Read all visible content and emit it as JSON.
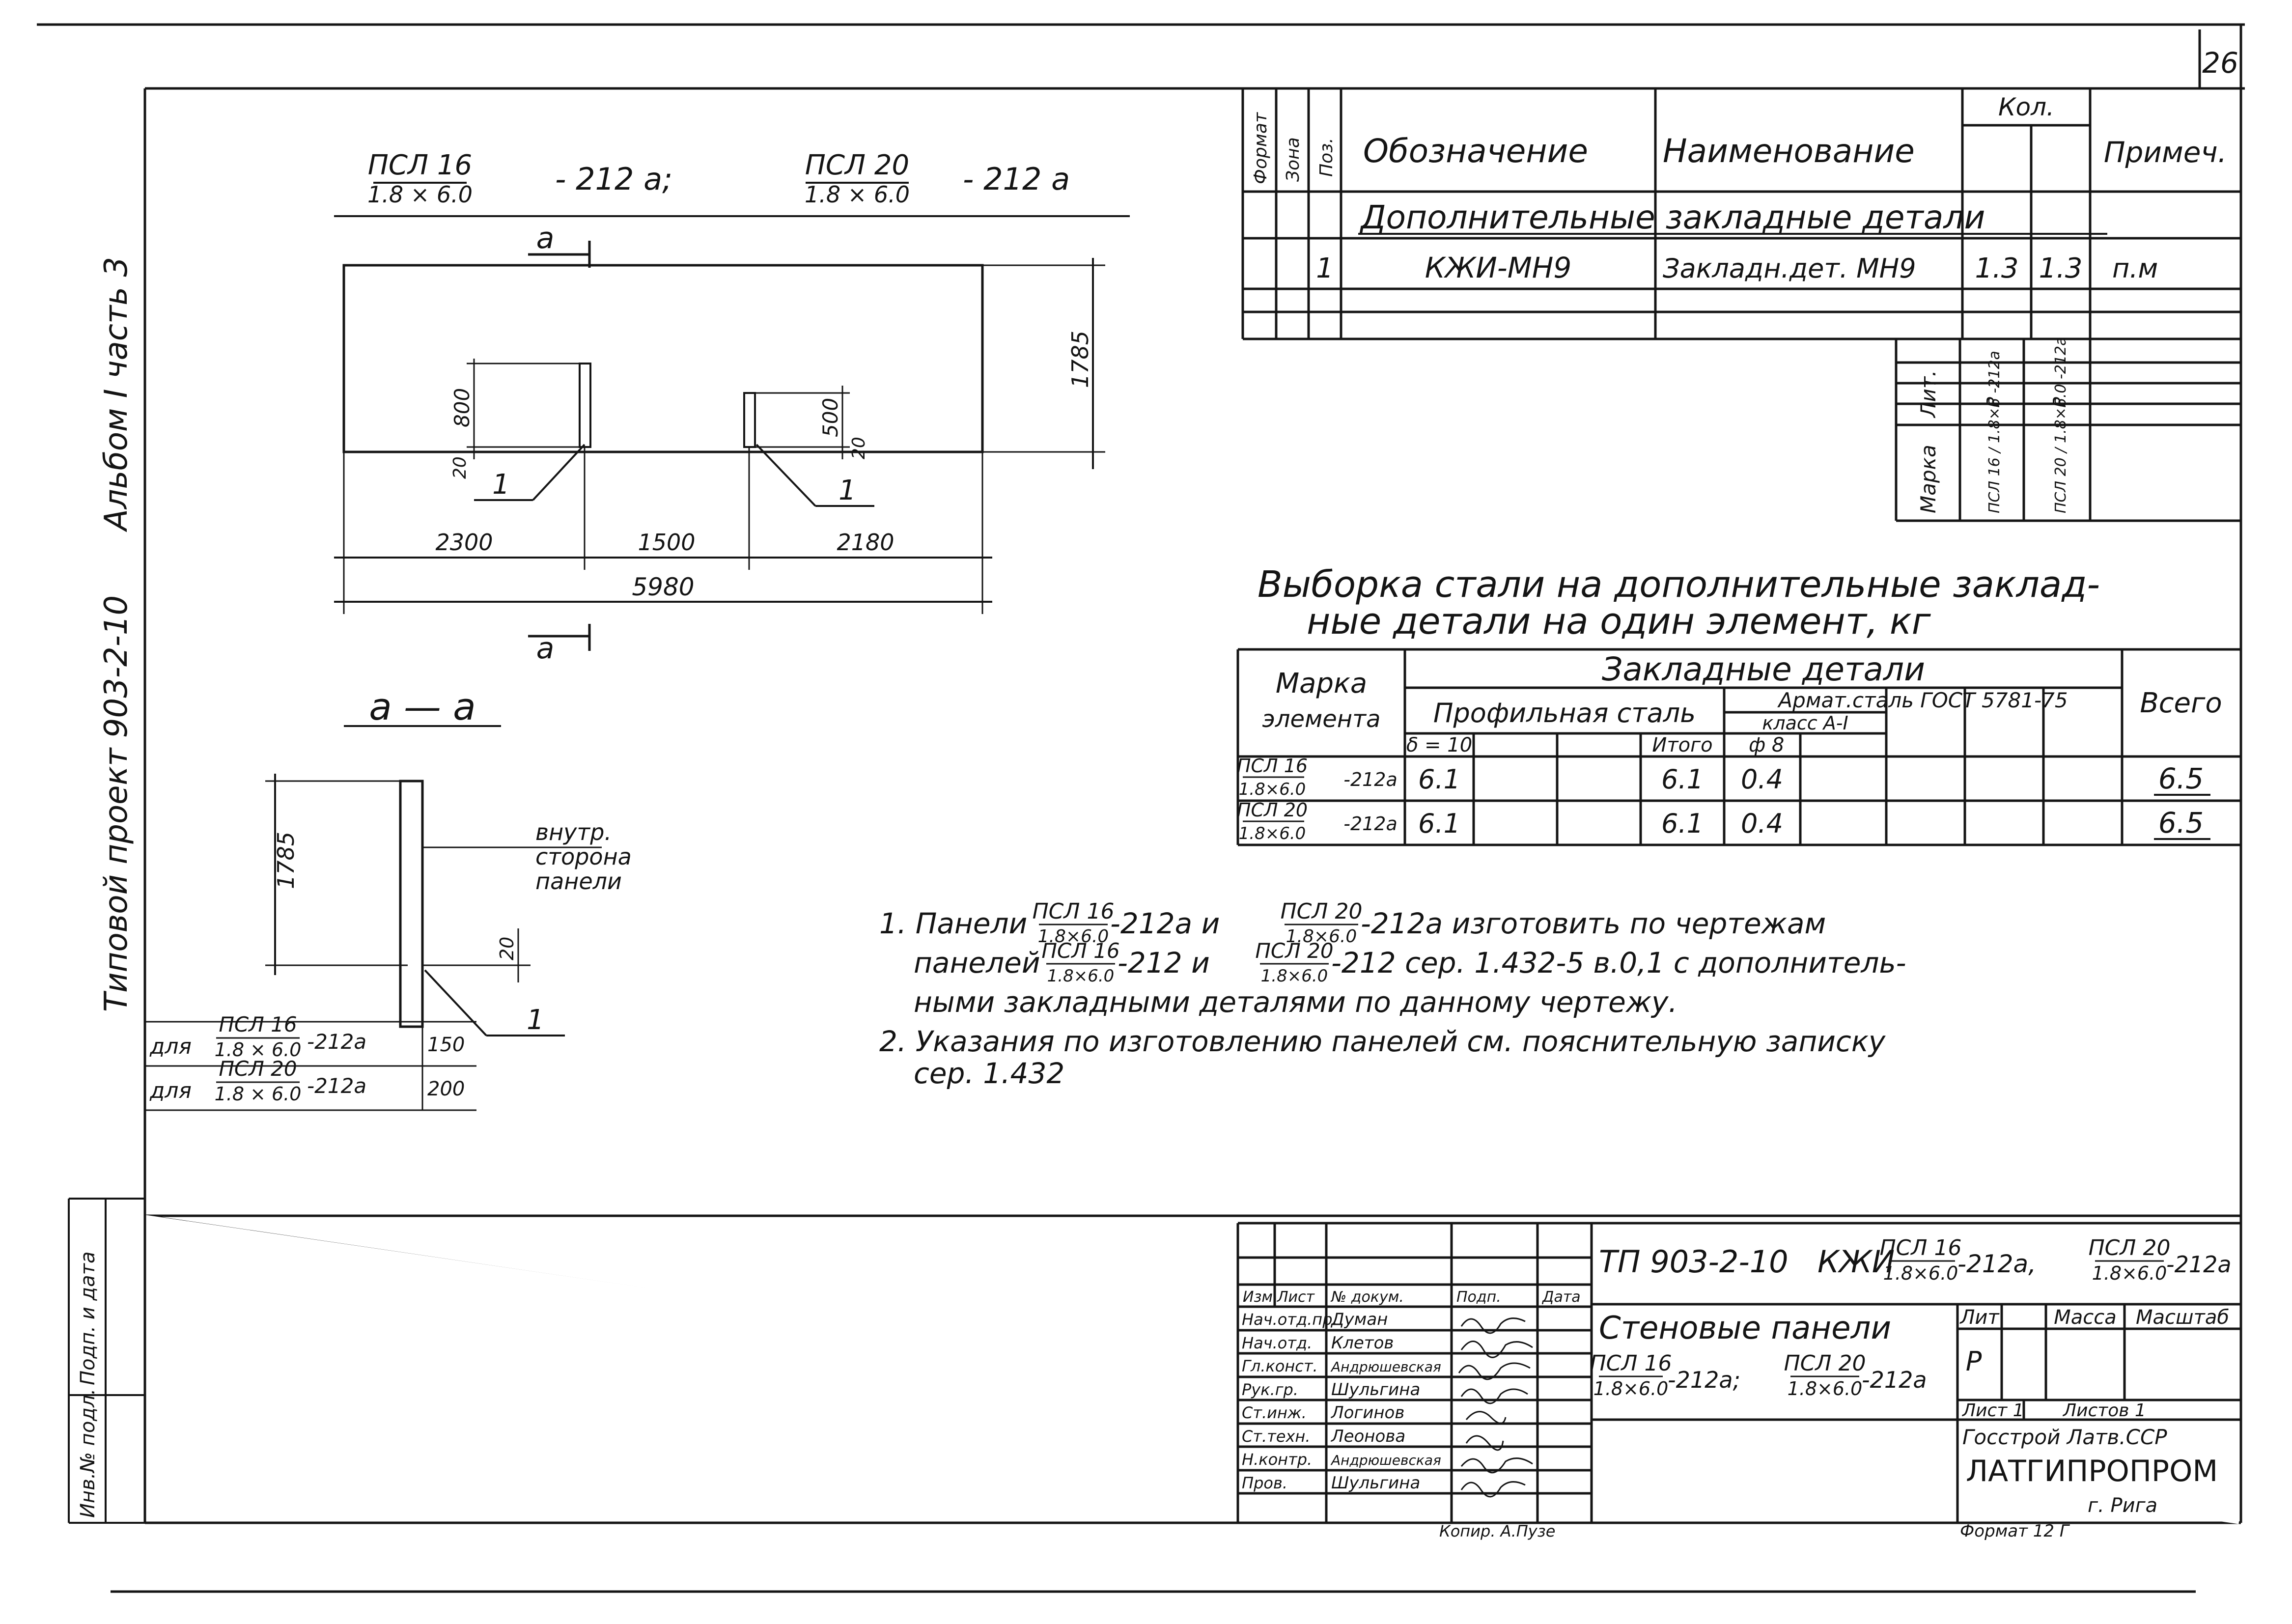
{
  "sheet": {
    "page_number": "26"
  },
  "side_labels": {
    "album": "Альбом I часть 3",
    "project": "Типовой проект 903-2-10",
    "stamp_col1": "Инв.№ подл.",
    "stamp_col2": "Подп. и дата"
  },
  "spec_table": {
    "headers": {
      "format": "Формат",
      "zone": "Зона",
      "pos": "Поз.",
      "designation": "Обозначение",
      "name": "Наименование",
      "qty": "Кол.",
      "note": "Примеч."
    },
    "section_title": "Дополнительные закладные детали",
    "rows": [
      {
        "pos": "1",
        "designation": "КЖИ-МН9",
        "name": "Закладн.дет. МН9",
        "qty1": "1.3",
        "qty2": "1.3",
        "note": "п.м"
      }
    ],
    "vertical_labels": {
      "marka": "Марка",
      "lit": "Лит.",
      "mark1": "ПСЛ 16 / 1.8×6 -212а",
      "mark1_lit": "Р",
      "mark2": "ПСЛ 20 / 1.8×6.0 -212а",
      "mark2_lit": "Р"
    }
  },
  "drawing": {
    "title_part1": {
      "num": "ПСЛ 16",
      "den": "1.8 × 6.0",
      "suffix": "- 212 а;"
    },
    "title_part2": {
      "num": "ПСЛ 20",
      "den": "1.8 × 6.0",
      "suffix": "- 212 а"
    },
    "section_marker": "а",
    "dims": {
      "height": "1785",
      "d800": "800",
      "d500": "500",
      "d20a": "20",
      "d20b": "20",
      "d2300": "2300",
      "d1500": "1500",
      "d2180": "2180",
      "d5980": "5980"
    },
    "callout": "1",
    "section_title": "а — а",
    "section_dims": {
      "height": "1785",
      "d20": "20"
    },
    "inner_side": [
      "внутр.",
      "сторона",
      "панели"
    ],
    "callout_section": "1",
    "for_rows": [
      {
        "prefix": "для",
        "num": "ПСЛ 16",
        "den": "1.8 × 6.0",
        "suffix": "-212а",
        "value": "150"
      },
      {
        "prefix": "для",
        "num": "ПСЛ 20",
        "den": "1.8 × 6.0",
        "suffix": "-212а",
        "value": "200"
      }
    ]
  },
  "steel_table": {
    "title_line1": "Выборка стали на дополнительные заклад-",
    "title_line2": "ные детали на один элемент, кг",
    "h_marka": [
      "Марка",
      "элемента"
    ],
    "h_embedded": "Закладные детали",
    "h_profile": "Профильная сталь",
    "h_rebar": "Армат.сталь ГОСТ 5781-75",
    "h_class": "класс А-I",
    "h_delta": "δ = 10",
    "h_itogo": "Итого",
    "h_phi": "ф 8",
    "h_total": "Всего",
    "rows": [
      {
        "num": "ПСЛ 16",
        "den": "1.8×6.0",
        "suffix": "-212а",
        "delta": "6.1",
        "itogo": "6.1",
        "phi": "0.4",
        "total": "6.5"
      },
      {
        "num": "ПСЛ 20",
        "den": "1.8×6.0",
        "suffix": "-212а",
        "delta": "6.1",
        "itogo": "6.1",
        "phi": "0.4",
        "total": "6.5"
      }
    ]
  },
  "notes": [
    {
      "lead": "1. Панели",
      "a_num": "ПСЛ 16",
      "a_den": "1.8×6.0",
      "a_suf": "-212а и",
      "b_num": "ПСЛ 20",
      "b_den": "1.8×6.0",
      "b_suf": "-212а изготовить по чертежам"
    },
    {
      "lead": "панелей",
      "a_num": "ПСЛ 16",
      "a_den": "1.8×6.0",
      "a_suf": "-212 и",
      "b_num": "ПСЛ 20",
      "b_den": "1.8×6.0",
      "b_suf": "-212  сер. 1.432-5 в.0,1 с дополнитель-"
    },
    {
      "text": "ными закладными деталями по данному чертежу."
    },
    {
      "text": "2. Указания по изготовлению панелей см. пояснительную записку"
    },
    {
      "text": "сер. 1.432"
    }
  ],
  "title_block": {
    "doc_code": "ТП 903-2-10",
    "doc_kzhi": "КЖИ",
    "doc_a_num": "ПСЛ 16",
    "doc_a_den": "1.8×6.0",
    "doc_a_suf": "-212а,",
    "doc_b_num": "ПСЛ 20",
    "doc_b_den": "1.8×6.0",
    "doc_b_suf": "-212а",
    "name_line1": "Стеновые панели",
    "name_a_num": "ПСЛ 16",
    "name_a_den": "1.8×6.0",
    "name_a_suf": "-212а;",
    "name_b_num": "ПСЛ 20",
    "name_b_den": "1.8×6.0",
    "name_b_suf": "-212а",
    "col_heads": [
      "Изм.",
      "Лист",
      "№ докум.",
      "Подп.",
      "Дата"
    ],
    "staff": [
      {
        "role": "Нач.отд.пр.",
        "name": "Думан"
      },
      {
        "role": "Нач.отд.",
        "name": "Клетов"
      },
      {
        "role": "Гл.конст.",
        "name": "Андрюшевская"
      },
      {
        "role": "Рук.гр.",
        "name": "Шульгина"
      },
      {
        "role": "Ст.инж.",
        "name": "Логинов"
      },
      {
        "role": "Ст.техн.",
        "name": "Леонова"
      },
      {
        "role": "Н.контр.",
        "name": "Андрюшевская"
      },
      {
        "role": "Пров.",
        "name": "Шульгина"
      }
    ],
    "stage_heads": [
      "Лит",
      "Масса",
      "Масштаб"
    ],
    "stage_value": "Р",
    "sheet_label": "Лист 1",
    "sheets_label": "Листов 1",
    "org1": "Госстрой Латв.ССР",
    "org2": "ЛАТГИПРОПРОМ",
    "org3": "г. Рига",
    "copied": "Копир. А.Пузе",
    "format": "Формат 12 Г"
  }
}
